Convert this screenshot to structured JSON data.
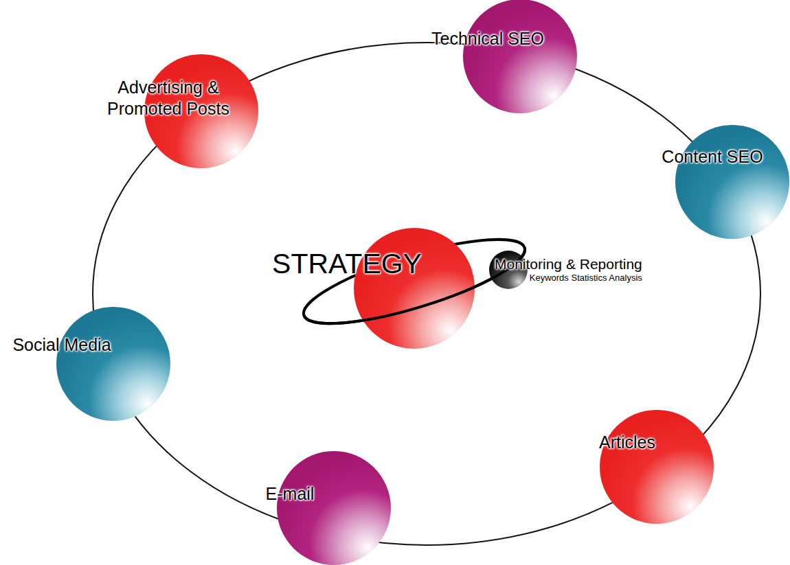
{
  "diagram": {
    "nodes": [
      {
        "text": [
          "Technical SEO"
        ]
      },
      {
        "text": [
          "Advertising & Promoted Posts"
        ]
      },
      {
        "text": [
          "Content SEO"
        ]
      },
      {
        "text": [
          "Monitoring & Reporting",
          "Keywords Statistics Analysis"
        ]
      },
      {
        "text": [
          "STRATEGY"
        ]
      },
      {
        "text": [
          "Social Media"
        ]
      },
      {
        "text": [
          "Articles"
        ]
      },
      {
        "text": [
          "E-mail"
        ]
      }
    ]
  }
}
